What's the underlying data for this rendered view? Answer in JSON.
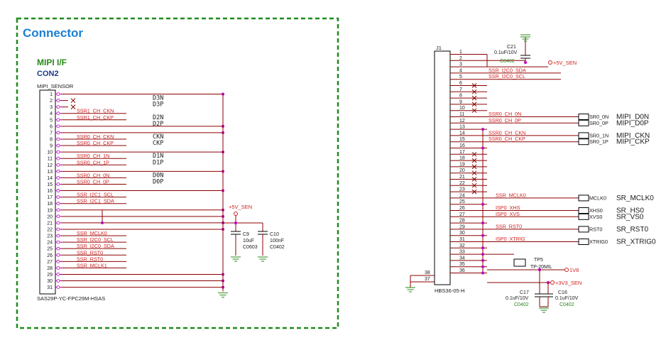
{
  "section": {
    "title": "Connector",
    "subtitle": "MIPI I/F",
    "designator": "CON2",
    "part_name": "MIPI_SENSOR",
    "footprint": "SAS29P-YC-FPC29M-HSAS"
  },
  "con2": {
    "pins": [
      "1",
      "2",
      "3",
      "4",
      "5",
      "6",
      "7",
      "8",
      "9",
      "10",
      "11",
      "12",
      "13",
      "14",
      "15",
      "16",
      "17",
      "18",
      "19",
      "20",
      "21",
      "22",
      "23",
      "24",
      "25",
      "26",
      "27",
      "28",
      "29",
      "30",
      "31"
    ],
    "nets": [
      {
        "pin": 4,
        "label": "SSR1_CH_CKN"
      },
      {
        "pin": 5,
        "label": "SSR1_CH_CKP"
      },
      {
        "pin": 8,
        "label": "SSR0_CH_CKN"
      },
      {
        "pin": 9,
        "label": "SSR0_CH_CKP"
      },
      {
        "pin": 11,
        "label": "SSR0_CH_1N"
      },
      {
        "pin": 12,
        "label": "SSR0_CH_1P"
      },
      {
        "pin": 14,
        "label": "SSR0_CH_0N"
      },
      {
        "pin": 15,
        "label": "SSR0_CH_0P"
      },
      {
        "pin": 17,
        "label": "SSR_I2C1_SCL"
      },
      {
        "pin": 18,
        "label": "SSR_I2C1_SDA"
      },
      {
        "pin": 23,
        "label": "SSR_MCLK0"
      },
      {
        "pin": 24,
        "label": "SSR_I2C0_SCL"
      },
      {
        "pin": 25,
        "label": "SSR_I2C0_SDA"
      },
      {
        "pin": 26,
        "label": "SSR_RST0"
      },
      {
        "pin": 27,
        "label": "SSR_RST0"
      },
      {
        "pin": 28,
        "label": "SSR_MCLK1"
      }
    ],
    "pair_labels": [
      {
        "pin": 2,
        "text": "D3N"
      },
      {
        "pin": 3,
        "text": "D3P"
      },
      {
        "pin": 5,
        "text": "D2N"
      },
      {
        "pin": 6,
        "text": "D2P"
      },
      {
        "pin": 8,
        "text": "CKN"
      },
      {
        "pin": 9,
        "text": "CKP"
      },
      {
        "pin": 11,
        "text": "D1N"
      },
      {
        "pin": 12,
        "text": "D1P"
      },
      {
        "pin": 14,
        "text": "D0N"
      },
      {
        "pin": 15,
        "text": "D0P"
      }
    ]
  },
  "power_left": {
    "rail": "+5V_SEN",
    "caps": [
      {
        "ref": "C9",
        "value": "10uF",
        "package": "C0603"
      },
      {
        "ref": "C10",
        "value": "100nF",
        "package": "C0402"
      }
    ]
  },
  "j1": {
    "designator": "J1",
    "part_name": "HBS36-05-H",
    "pins": [
      "1",
      "2",
      "3",
      "4",
      "5",
      "6",
      "7",
      "8",
      "9",
      "10",
      "11",
      "12",
      "13",
      "14",
      "15",
      "16",
      "17",
      "18",
      "19",
      "20",
      "21",
      "22",
      "23",
      "24",
      "25",
      "26",
      "27",
      "28",
      "29",
      "30",
      "31",
      "32",
      "33",
      "34",
      "35",
      "36"
    ],
    "extra_pins": [
      "38",
      "37"
    ],
    "nets": [
      {
        "pin": 4,
        "label": "SSR_I2C0_SDA"
      },
      {
        "pin": 5,
        "label": "SSR_I2C0_SCL"
      },
      {
        "pin": 11,
        "label": "SSR0_CH_0N"
      },
      {
        "pin": 12,
        "label": "SSR0_CH_0P"
      },
      {
        "pin": 14,
        "label": "SSR0_CH_CKN"
      },
      {
        "pin": 15,
        "label": "SSR0_CH_CKP"
      },
      {
        "pin": 24,
        "label": "SSR_MCLK0"
      },
      {
        "pin": 26,
        "label": "ISP0_XHS"
      },
      {
        "pin": 27,
        "label": "ISP0_XVS"
      },
      {
        "pin": 29,
        "label": "SSR_RST0"
      },
      {
        "pin": 31,
        "label": "ISP0_XTRIG"
      }
    ],
    "ports": [
      {
        "pin": 11,
        "text": "SR0_0N",
        "signal": "MIPI_D0N"
      },
      {
        "pin": 12,
        "text": "SR0_0P",
        "signal": "MIPI_D0P"
      },
      {
        "pin": 14,
        "text": "SR0_1N",
        "signal": "MIPI_CKN"
      },
      {
        "pin": 15,
        "text": "SR0_1P",
        "signal": "MIPI_CKP"
      },
      {
        "pin": 24,
        "text": "MCLK0",
        "signal": "SR_MCLK0"
      },
      {
        "pin": 26,
        "text": "XHS0",
        "signal": "SR_HS0"
      },
      {
        "pin": 27,
        "text": "XVS0",
        "signal": "SR_VS0"
      },
      {
        "pin": 29,
        "text": "RST0",
        "signal": "SR_RST0"
      },
      {
        "pin": 31,
        "text": "XTRIG0",
        "signal": "SR_XTRIG0"
      }
    ]
  },
  "power_right": {
    "c21": {
      "ref": "C21",
      "value": "0.1uF/10V",
      "package": "C0402"
    },
    "rail_top": "+5V_SEN",
    "rail_1v8": "1V8",
    "rail_3v3": "+3V3_SEN",
    "tp": {
      "ref": "TP5",
      "part": "TP-20MIL"
    },
    "caps": [
      {
        "ref": "C17",
        "value": "0.1uF/10V",
        "package": "C0402"
      },
      {
        "ref": "C16",
        "value": "0.1uF/10V",
        "package": "C0402"
      }
    ]
  },
  "colors": {
    "frame": "#1e8c1e",
    "title": "#1a7fd4",
    "subtitle": "#2a8a1a",
    "wire": "#8b0000",
    "net_label": "#d02020",
    "pin": "#c000c0",
    "junction": "#c000c0",
    "ground": "#2a8a1a",
    "text": "#1a1a1a"
  }
}
